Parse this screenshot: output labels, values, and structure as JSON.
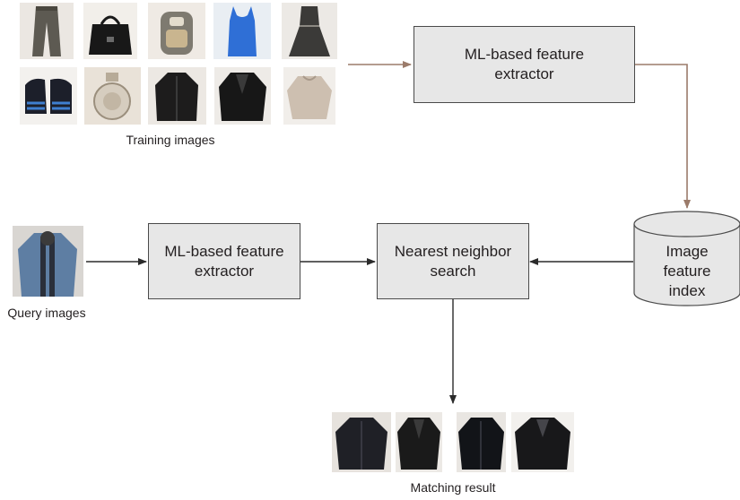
{
  "training": {
    "caption": "Training images",
    "images": [
      {
        "icon": "jeans-icon"
      },
      {
        "icon": "handbag-icon"
      },
      {
        "icon": "backpack-icon"
      },
      {
        "icon": "blue-tank-top-icon"
      },
      {
        "icon": "dress-icon"
      },
      {
        "icon": "sneakers-icon"
      },
      {
        "icon": "perfume-bottle-icon"
      },
      {
        "icon": "black-jacket-icon"
      },
      {
        "icon": "leather-jacket-icon"
      },
      {
        "icon": "beige-sweater-icon"
      }
    ]
  },
  "query": {
    "caption": "Query images",
    "icon": "denim-jacket-icon"
  },
  "boxes": {
    "top_extractor": "ML-based feature\nextractor",
    "query_extractor": "ML-based feature\nextractor",
    "nearest_search": "Nearest neighbor\nsearch",
    "index": "Image\nfeature\nindex"
  },
  "result": {
    "caption": "Matching result",
    "images": [
      {
        "icon": "black-jacket-result-icon"
      },
      {
        "icon": "leather-jacket-result-icon"
      },
      {
        "icon": "black-jacket-result-icon"
      },
      {
        "icon": "black-coat-result-icon"
      }
    ]
  },
  "colors": {
    "box_fill": "#e7e7e7",
    "box_border": "#4a4a4a",
    "arrow_brown": "#9b7b6a",
    "arrow_dark": "#2b2b2b"
  }
}
